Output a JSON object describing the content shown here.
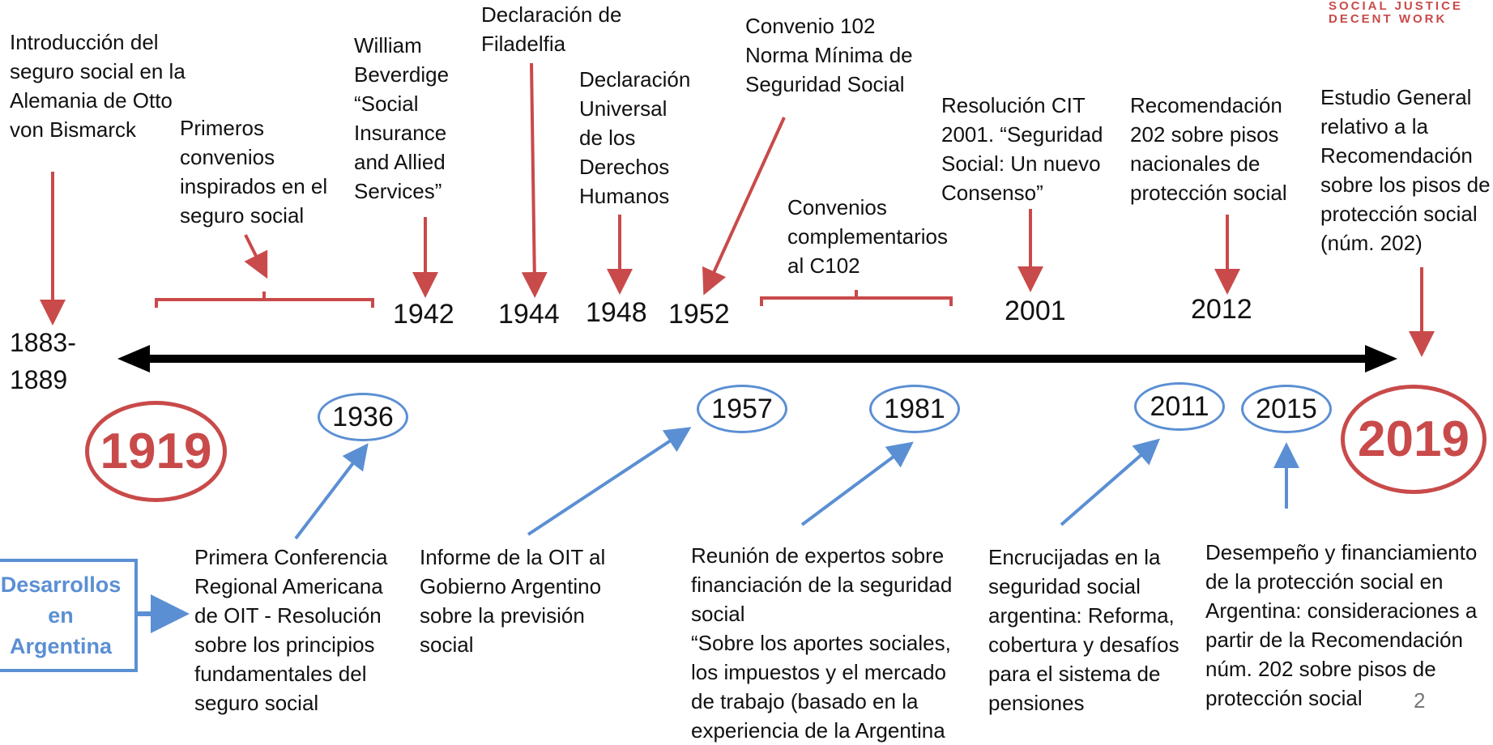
{
  "branding": "SOCIAL JUSTICE\nDECENT WORK",
  "page_number": "2",
  "side_label": "Desarrollos\nen\nArgentina",
  "top_events": {
    "e1883": "Introducción del\nseguro social en la\nAlemania de Otto\nvon Bismarck",
    "e1919": "Primeros\nconvenios\ninspirados en el\nseguro social",
    "e1942": "William\nBeverdige\n“Social\nInsurance\nand Allied\nServices”",
    "e1944": "Declaración de\nFiladelfia",
    "e1948": "Declaración\nUniversal\nde los\nDerechos\nHumanos",
    "e1952": "Convenio 102\nNorma Mínima de\nSeguridad Social",
    "ecomp": "Convenios\ncomplementarios\nal C102",
    "e2001": "Resolución CIT\n2001. “Seguridad\nSocial: Un nuevo\nConsenso”",
    "e2012": "Recomendación\n202 sobre pisos\nnacionales de\nprotección social",
    "e2019": "Estudio General\nrelativo a la\nRecomendación\nsobre los pisos de\nprotección social\n(núm. 202)"
  },
  "top_years": {
    "y1883": "1883-\n1889",
    "y1942": "1942",
    "y1944": "1944",
    "y1948": "1948",
    "y1952": "1952",
    "y2001": "2001",
    "y2012": "2012"
  },
  "milestones": {
    "m1919": "1919",
    "m2019": "2019"
  },
  "bottom_years": {
    "b1936": "1936",
    "b1957": "1957",
    "b1981": "1981",
    "b2011": "2011",
    "b2015": "2015"
  },
  "bottom_events": {
    "d1936": "Primera Conferencia\nRegional Americana\nde OIT - Resolución\nsobre los principios\nfundamentales del\nseguro social",
    "d1957": "Informe de la OIT al\nGobierno Argentino\nsobre la previsión\nsocial",
    "d1981": "Reunión de expertos sobre\nfinanciación de la seguridad\nsocial\n“Sobre los aportes sociales,\nlos impuestos y el mercado\nde trabajo (basado en la\nexperiencia de la Argentina",
    "d2011": "Encrucijadas en la\nseguridad social\nargentina: Reforma,\ncobertura y desafíos\npara el sistema de\npensiones",
    "d2015": "Desempeño y financiamiento\nde la protección social en\nArgentina: consideraciones a\npartir de la Recomendación\nnúm. 202 sobre pisos de\nprotección social"
  },
  "colors": {
    "red": "#c94a4a",
    "blue": "#5b8fd3",
    "timeline": "#000000"
  }
}
